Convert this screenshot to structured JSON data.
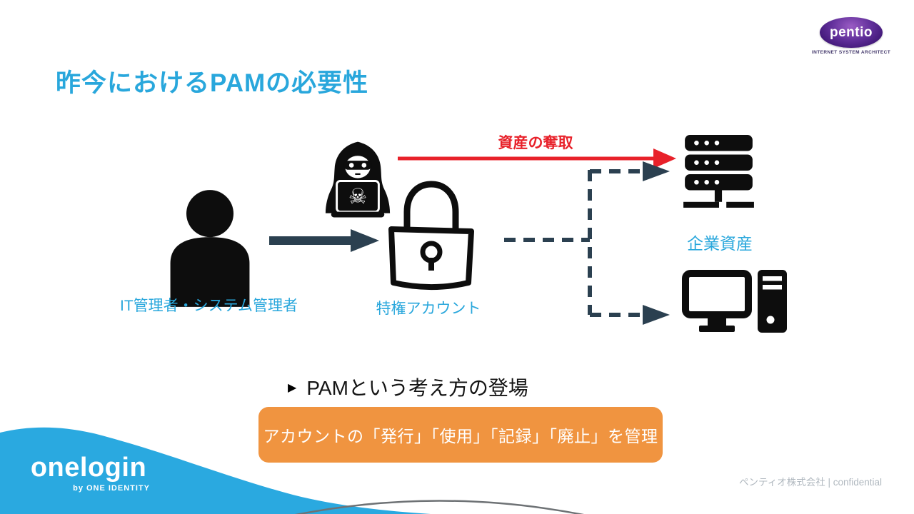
{
  "slide": {
    "title": "昨今におけるPAMの必要性",
    "title_color": "#29a7dc",
    "background": "#ffffff"
  },
  "logo": {
    "brand": "pentio",
    "tagline": "INTERNET SYSTEM ARCHITECT",
    "color": "#62309b"
  },
  "diagram": {
    "labels": {
      "admin": "IT管理者・システム管理者",
      "privileged_account": "特権アカウント",
      "assets": "企業資産",
      "attack": "資産の奪取"
    },
    "colors": {
      "label_blue": "#29a7dc",
      "attack_red": "#e8212a",
      "arrow_dark": "#2b4050",
      "icon_black": "#0d0d0d"
    }
  },
  "callout": {
    "bullet": "▶",
    "heading": "PAMという考え方の登場",
    "box_text": "アカウントの「発行」「使用」「記録」「廃止」を管理",
    "box_color": "#f09440",
    "box_text_color": "#ffffff"
  },
  "footer": {
    "wordmark": "onelogin",
    "byline": "by ONE IDENTITY",
    "right_text": "ペンティオ株式会社 | confidential",
    "wave_color": "#2aa9e0"
  }
}
